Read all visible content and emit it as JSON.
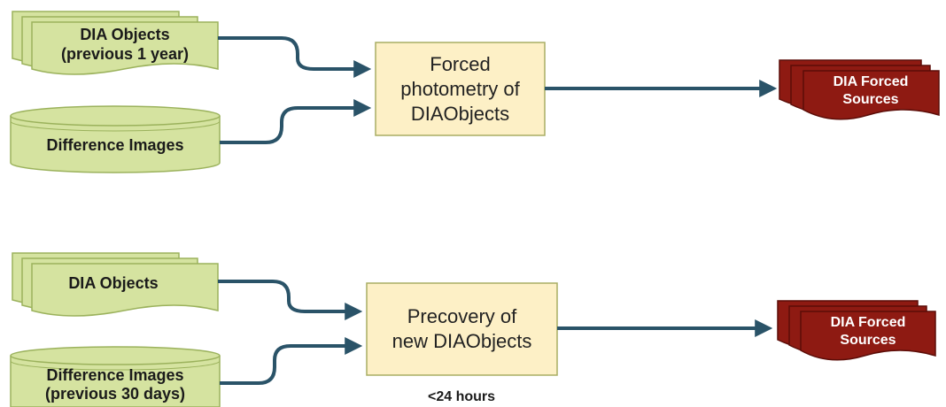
{
  "colors": {
    "input_fill": "#d5e3a0",
    "input_stroke": "#9bb25c",
    "process_fill": "#fdf0c6",
    "process_stroke": "#a8ad63",
    "output_fill": "#8e1a12",
    "output_stroke": "#5c0d08",
    "connector": "#2a5368"
  },
  "row1": {
    "objects": {
      "line1": "DIA Objects",
      "line2": "(previous 1 year)"
    },
    "images": {
      "line1": "Difference Images"
    },
    "process": {
      "line1": "Forced",
      "line2": "photometry of",
      "line3": "DIAObjects"
    },
    "output": {
      "line1": "DIA Forced",
      "line2": "Sources"
    }
  },
  "row2": {
    "objects": {
      "line1": "DIA Objects"
    },
    "images": {
      "line1": "Difference Images",
      "line2": "(previous 30 days)"
    },
    "process": {
      "line1": "Precovery of",
      "line2": "new DIAObjects"
    },
    "output": {
      "line1": "DIA Forced",
      "line2": "Sources"
    },
    "note": "<24 hours"
  }
}
